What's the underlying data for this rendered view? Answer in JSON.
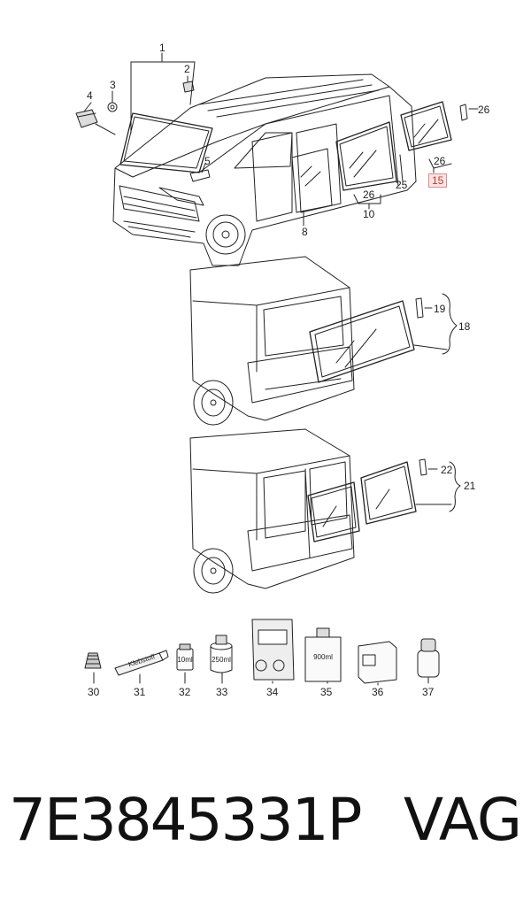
{
  "callouts": {
    "c1": "1",
    "c2": "2",
    "c3": "3",
    "c4": "4",
    "c5": "5",
    "c8": "8",
    "c10": "10",
    "c15": "15",
    "c18": "18",
    "c19": "19",
    "c21": "21",
    "c22": "22",
    "c25": "25",
    "c26a": "26",
    "c26b": "26",
    "c26c": "26",
    "c30": "30",
    "c31": "31",
    "c32": "32",
    "c33": "33",
    "c34": "34",
    "c35": "35",
    "c36": "36",
    "c37": "37"
  },
  "product_labels": {
    "tube": "Klebstoff",
    "vial": "10ml",
    "can": "250ml",
    "bottle": "900ml"
  },
  "highlight_color": "#e08a8a",
  "footer": {
    "part_number": "7E3845331P",
    "brand": "VAG"
  }
}
